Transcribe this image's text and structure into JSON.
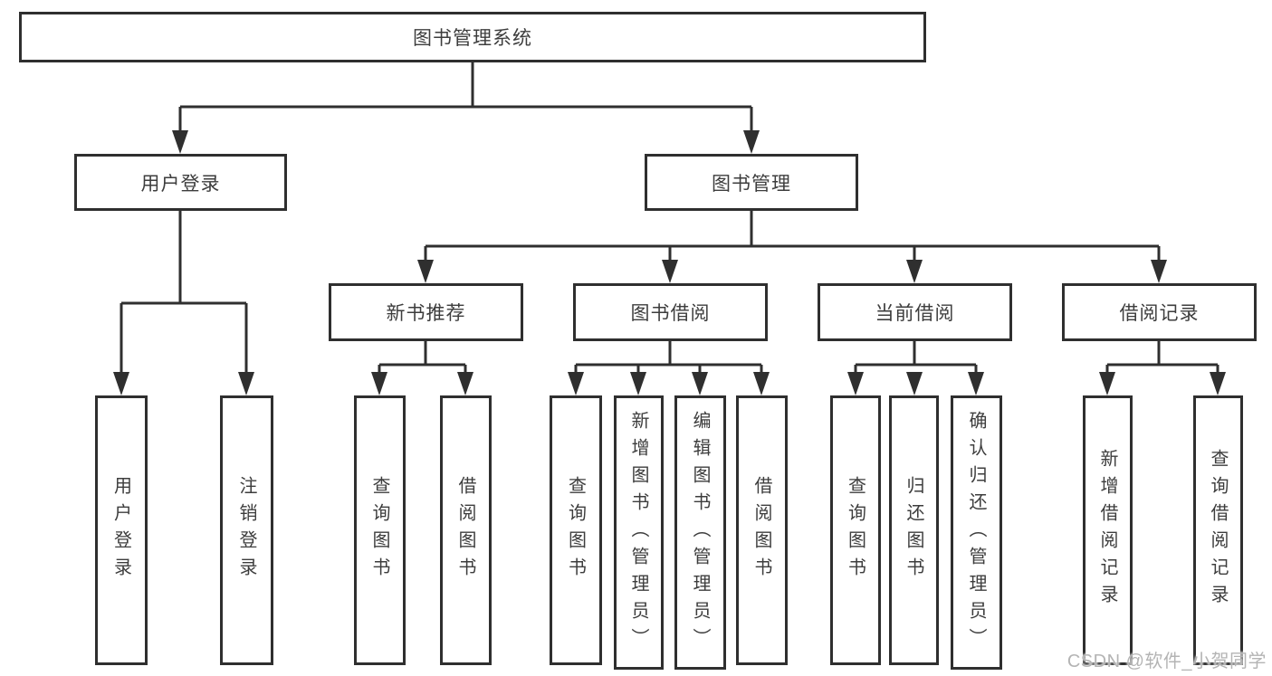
{
  "diagram": {
    "type": "hierarchy-tree",
    "colors": {
      "line": "#2f2f2f",
      "box_border": "#2f2f2f",
      "text": "#3d3d3d",
      "background": "#ffffff",
      "watermark": "#b4b4b4"
    },
    "nodes": {
      "root": "图书管理系统",
      "user_login": "用户登录",
      "book_mgmt": "图书管理",
      "new_book_rec": "新书推荐",
      "book_borrow": "图书借阅",
      "current_borrow": "当前借阅",
      "borrow_record": "借阅记录",
      "leaf_user_login": "用户登录",
      "leaf_logout": "注销登录",
      "leaf_query_book_a": "查询图书",
      "leaf_borrow_book_a": "借阅图书",
      "leaf_query_book_b": "查询图书",
      "leaf_add_book_admin": "新增图书（管理员）",
      "leaf_edit_book_admin": "编辑图书（管理员）",
      "leaf_borrow_book_b": "借阅图书",
      "leaf_query_book_c": "查询图书",
      "leaf_return_book": "归还图书",
      "leaf_confirm_return_admin": "确认归还（管理员）",
      "leaf_add_borrow_record": "新增借阅记录",
      "leaf_query_borrow_record": "查询借阅记录"
    },
    "edges": [
      [
        "root",
        "user_login"
      ],
      [
        "root",
        "book_mgmt"
      ],
      [
        "user_login",
        "leaf_user_login"
      ],
      [
        "user_login",
        "leaf_logout"
      ],
      [
        "book_mgmt",
        "new_book_rec"
      ],
      [
        "book_mgmt",
        "book_borrow"
      ],
      [
        "book_mgmt",
        "current_borrow"
      ],
      [
        "book_mgmt",
        "borrow_record"
      ],
      [
        "new_book_rec",
        "leaf_query_book_a"
      ],
      [
        "new_book_rec",
        "leaf_borrow_book_a"
      ],
      [
        "book_borrow",
        "leaf_query_book_b"
      ],
      [
        "book_borrow",
        "leaf_add_book_admin"
      ],
      [
        "book_borrow",
        "leaf_edit_book_admin"
      ],
      [
        "book_borrow",
        "leaf_borrow_book_b"
      ],
      [
        "current_borrow",
        "leaf_query_book_c"
      ],
      [
        "current_borrow",
        "leaf_return_book"
      ],
      [
        "current_borrow",
        "leaf_confirm_return_admin"
      ],
      [
        "borrow_record",
        "leaf_add_borrow_record"
      ],
      [
        "borrow_record",
        "leaf_query_borrow_record"
      ]
    ],
    "watermark": "CSDN @软件_小贺同学"
  }
}
